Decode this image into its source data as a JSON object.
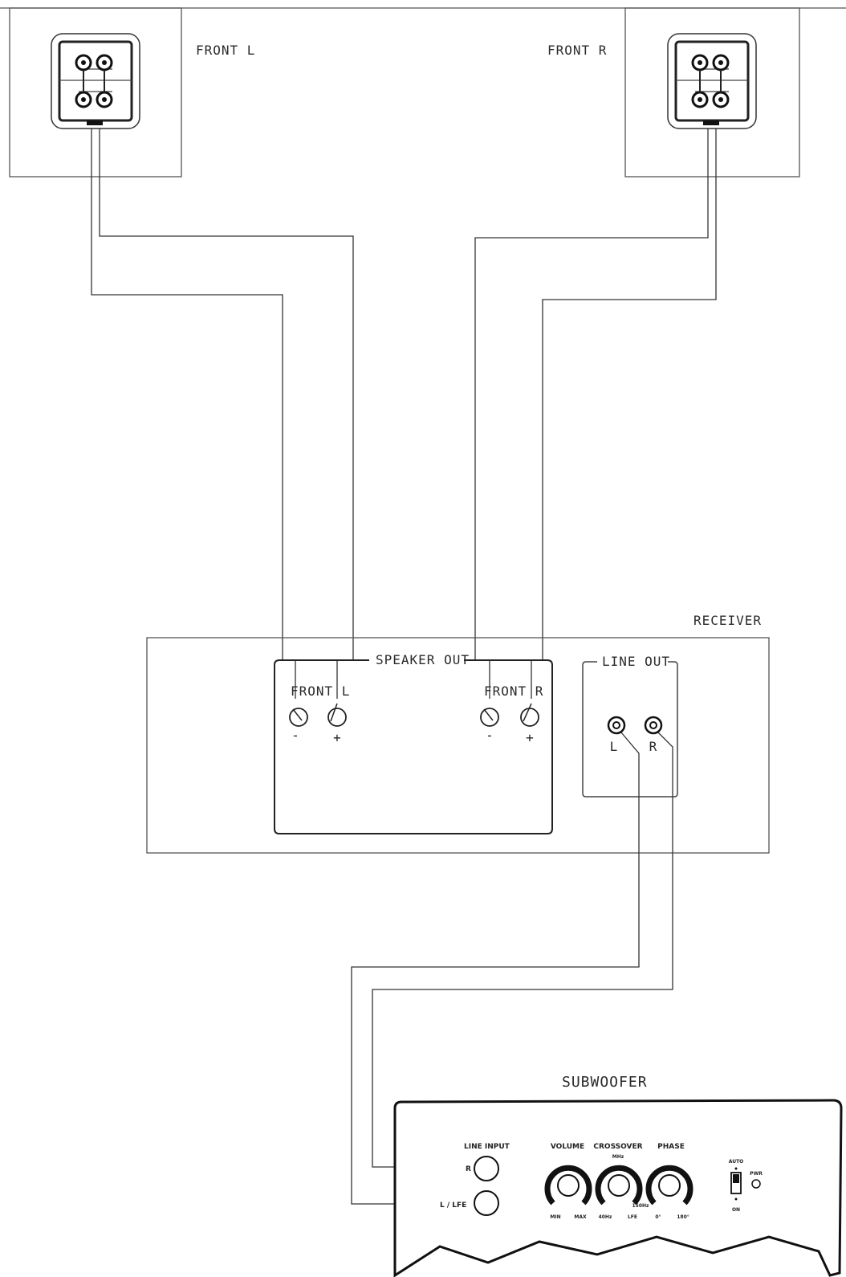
{
  "speakers": {
    "front_left_label": "FRONT L",
    "front_right_label": "FRONT R"
  },
  "receiver": {
    "label": "RECEIVER",
    "speaker_out": {
      "label": "SPEAKER OUT",
      "front_left": "FRONT L",
      "front_right": "FRONT R",
      "minus": "-",
      "plus": "+"
    },
    "line_out": {
      "label": "LINE OUT",
      "left": "L",
      "right": "R"
    }
  },
  "subwoofer": {
    "label": "SUBWOOFER",
    "line_input": "LINE INPUT",
    "input_r": "R",
    "input_l": "L / LFE",
    "volume": "VOLUME",
    "crossover": "CROSSOVER",
    "phase": "PHASE",
    "vol_min": "MIN",
    "vol_max": "MAX",
    "xo_low": "40Hz",
    "xo_high": "LFE",
    "xo_top": "MHz",
    "xo_mid": "150Hz",
    "ph_low": "0°",
    "ph_high": "180°",
    "auto": "AUTO",
    "on": "ON",
    "pwr": "PWR"
  }
}
